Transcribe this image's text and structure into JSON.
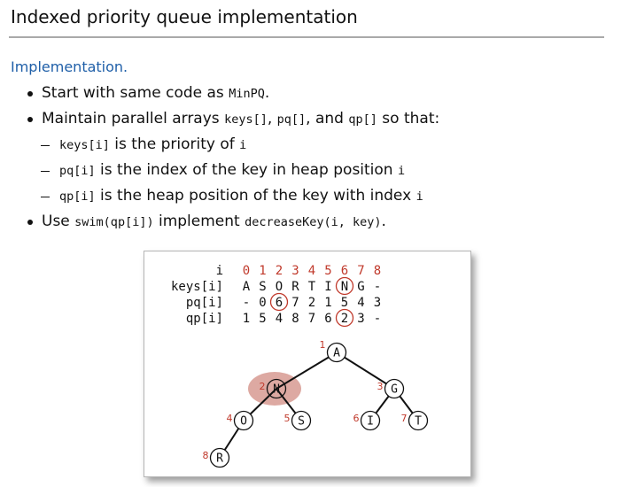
{
  "slide": {
    "title": "Indexed priority queue implementation",
    "section_heading": "Implementation.",
    "bullets": [
      {
        "parts": [
          {
            "t": "Start with same code as "
          },
          {
            "t": "MinPQ",
            "code": true
          },
          {
            "t": "."
          }
        ]
      },
      {
        "parts": [
          {
            "t": "Maintain parallel arrays "
          },
          {
            "t": "keys[]",
            "code": true
          },
          {
            "t": ", "
          },
          {
            "t": "pq[]",
            "code": true
          },
          {
            "t": ", and "
          },
          {
            "t": "qp[]",
            "code": true
          },
          {
            "t": " so that:"
          }
        ]
      },
      {
        "sub": true,
        "parts": [
          {
            "t": "keys[i]",
            "code": true
          },
          {
            "t": " is the priority of "
          },
          {
            "t": "i",
            "code": true
          }
        ]
      },
      {
        "sub": true,
        "parts": [
          {
            "t": "pq[i]",
            "code": true
          },
          {
            "t": " is the index of the key in heap position "
          },
          {
            "t": "i",
            "code": true
          }
        ]
      },
      {
        "sub": true,
        "parts": [
          {
            "t": "qp[i]",
            "code": true
          },
          {
            "t": " is the heap position of the key with index "
          },
          {
            "t": "i",
            "code": true
          }
        ]
      },
      {
        "parts": [
          {
            "t": "Use "
          },
          {
            "t": "swim(qp[i])",
            "code": true
          },
          {
            "t": " implement "
          },
          {
            "t": "decreaseKey(i, key)",
            "code": true
          },
          {
            "t": "."
          }
        ]
      }
    ]
  },
  "figure": {
    "array_table": {
      "rows": [
        {
          "label": "i",
          "cells": [
            "0",
            "1",
            "2",
            "3",
            "4",
            "5",
            "6",
            "7",
            "8"
          ],
          "is_index_row": true
        },
        {
          "label": "keys[i]",
          "cells": [
            "A",
            "S",
            "O",
            "R",
            "T",
            "I",
            "N",
            "G",
            "-"
          ],
          "circled": [
            6
          ]
        },
        {
          "label": "pq[i]",
          "cells": [
            "-",
            "0",
            "6",
            "7",
            "2",
            "1",
            "5",
            "4",
            "3"
          ],
          "circled": [
            2
          ]
        },
        {
          "label": "qp[i]",
          "cells": [
            "1",
            "5",
            "4",
            "8",
            "7",
            "6",
            "2",
            "3",
            "-"
          ],
          "circled": [
            6
          ]
        }
      ]
    },
    "heap": {
      "nodes": [
        {
          "pos": 1,
          "key": "A"
        },
        {
          "pos": 2,
          "key": "N",
          "highlighted": true
        },
        {
          "pos": 3,
          "key": "G"
        },
        {
          "pos": 4,
          "key": "O"
        },
        {
          "pos": 5,
          "key": "S"
        },
        {
          "pos": 6,
          "key": "I"
        },
        {
          "pos": 7,
          "key": "T"
        },
        {
          "pos": 8,
          "key": "R"
        }
      ]
    }
  },
  "colors": {
    "title_text": "#111111",
    "heading_blue": "#1f5fa8",
    "index_red": "#c0392b",
    "highlight_fill": "#d4938b",
    "rule_gray": "#a9a9a9"
  }
}
